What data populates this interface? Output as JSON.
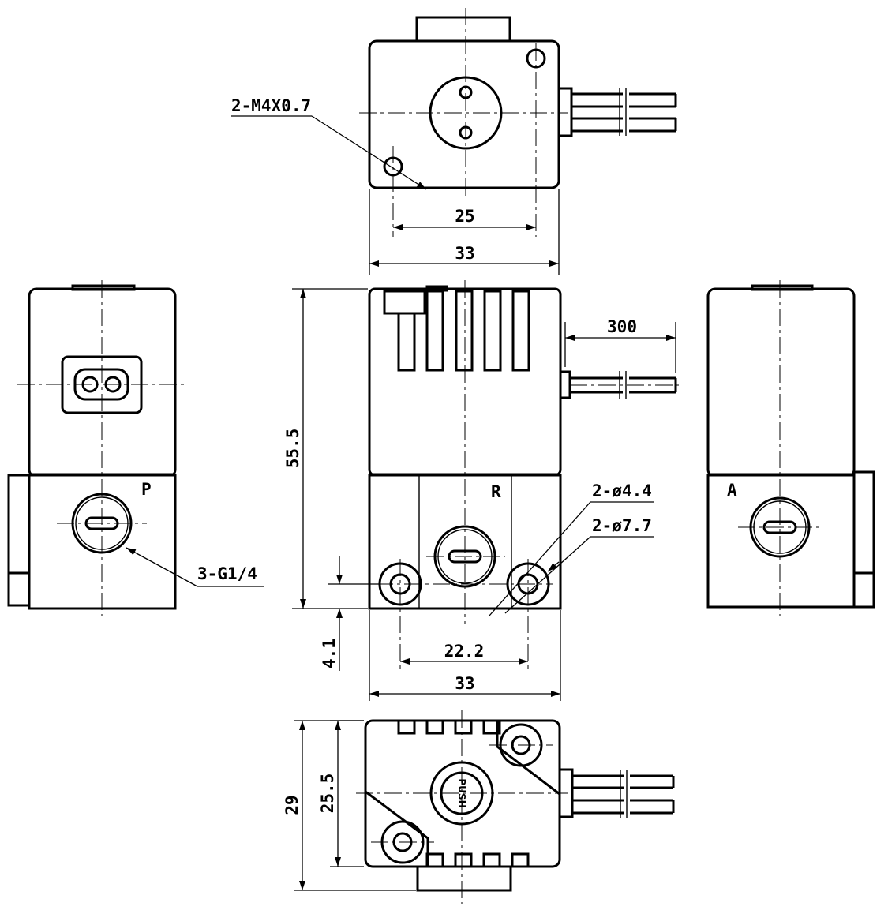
{
  "top_view": {
    "callout_thread": "2-M4X0.7",
    "dim_hole_spacing": "25",
    "dim_width": "33"
  },
  "left_view": {
    "port_label": "P",
    "callout_port_thread": "3-G1/4"
  },
  "front_view": {
    "dim_height": "55.5",
    "dim_cable_length": "300",
    "port_label": "R",
    "callout_hole_small": "2-ø4.4",
    "callout_hole_large": "2-ø7.7",
    "dim_hole_offset": "4.1",
    "dim_hole_spacing": "22.2",
    "dim_width": "33"
  },
  "right_view": {
    "port_label": "A"
  },
  "bottom_view": {
    "dim_depth": "29",
    "dim_inner": "25.5",
    "button_text": "PUSH"
  }
}
